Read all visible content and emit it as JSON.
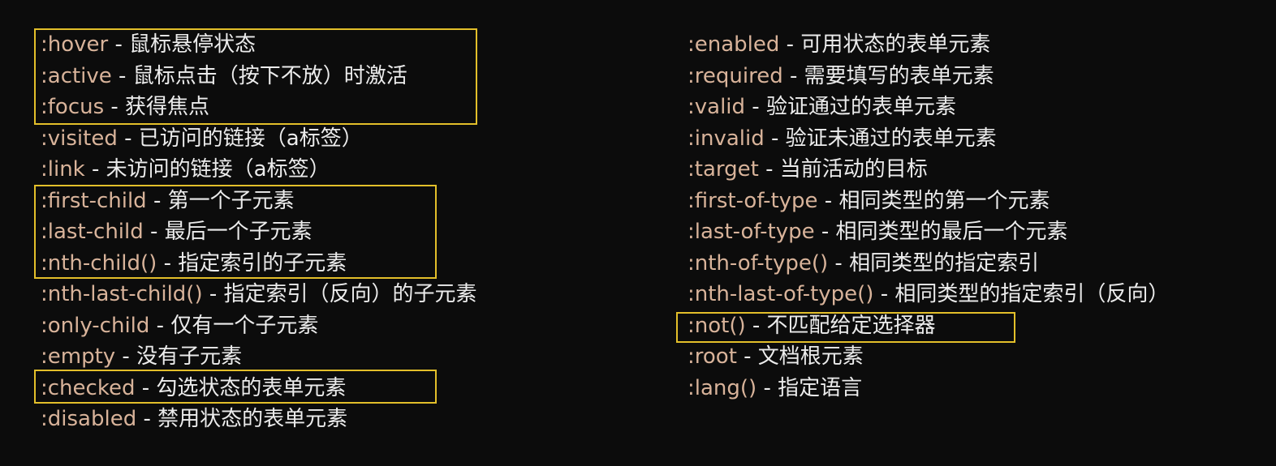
{
  "left": [
    {
      "sel": ":hover",
      "desc": " - 鼠标悬停状态"
    },
    {
      "sel": ":active",
      "desc": " - 鼠标点击（按下不放）时激活"
    },
    {
      "sel": ":focus",
      "desc": " - 获得焦点"
    },
    {
      "sel": ":visited",
      "desc": " - 已访问的链接（a标签）"
    },
    {
      "sel": ":link",
      "desc": " - 未访问的链接（a标签）"
    },
    {
      "sel": ":first-child",
      "desc": " - 第一个子元素"
    },
    {
      "sel": ":last-child",
      "desc": " - 最后一个子元素"
    },
    {
      "sel": ":nth-child()",
      "desc": " - 指定索引的子元素"
    },
    {
      "sel": ":nth-last-child()",
      "desc": " - 指定索引（反向）的子元素"
    },
    {
      "sel": ":only-child",
      "desc": " - 仅有一个子元素"
    },
    {
      "sel": ":empty",
      "desc": " - 没有子元素"
    },
    {
      "sel": ":checked",
      "desc": " - 勾选状态的表单元素"
    },
    {
      "sel": ":disabled",
      "desc": " - 禁用状态的表单元素"
    }
  ],
  "right": [
    {
      "sel": ":enabled",
      "desc": " - 可用状态的表单元素"
    },
    {
      "sel": ":required",
      "desc": " - 需要填写的表单元素"
    },
    {
      "sel": ":valid",
      "desc": " - 验证通过的表单元素"
    },
    {
      "sel": ":invalid",
      "desc": " - 验证未通过的表单元素"
    },
    {
      "sel": ":target",
      "desc": " - 当前活动的目标"
    },
    {
      "sel": ":first-of-type",
      "desc": " - 相同类型的第一个元素"
    },
    {
      "sel": ":last-of-type",
      "desc": " - 相同类型的最后一个元素"
    },
    {
      "sel": ":nth-of-type()",
      "desc": " - 相同类型的指定索引"
    },
    {
      "sel": ":nth-last-of-type()",
      "desc": " - 相同类型的指定索引（反向）"
    },
    {
      "sel": ":not()",
      "desc": " - 不匹配给定选择器"
    },
    {
      "sel": ":root",
      "desc": " - 文档根元素"
    },
    {
      "sel": ":lang()",
      "desc": " - 指定语言"
    }
  ],
  "colors": {
    "selector": "#d8b39a",
    "highlight": "#e3bf2a",
    "text": "#ececec",
    "background": "#0c0c0c"
  }
}
